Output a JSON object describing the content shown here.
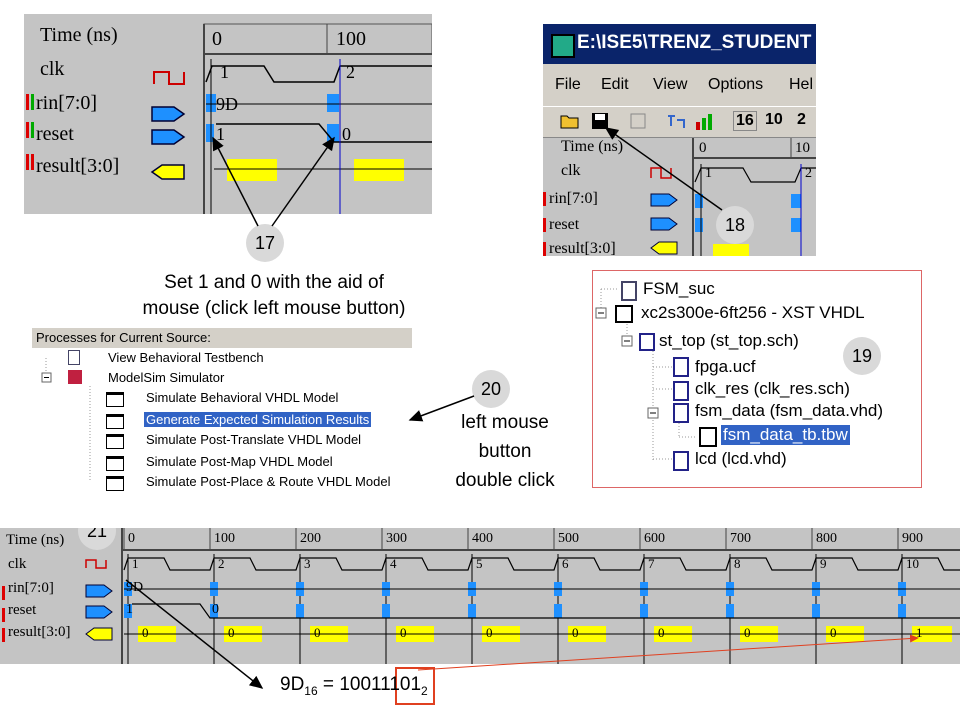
{
  "steps": {
    "s17": "17",
    "s18": "18",
    "s19": "19",
    "s20": "20",
    "s21": "21"
  },
  "captions": {
    "step17_line1": "Set 1 and 0 with the aid of",
    "step17_line2": "mouse (click left mouse button)",
    "step20_line1": "left mouse",
    "step20_line2": "button",
    "step20_line3": "double click"
  },
  "wave1": {
    "time_label": "Time (ns)",
    "ticks": [
      "0",
      "100"
    ],
    "signals": [
      "clk",
      "rin[7:0]",
      "reset",
      "result[3:0]"
    ],
    "clk_values": [
      "1",
      "2"
    ],
    "rin_value": "9D",
    "reset_values": [
      "1",
      "0"
    ]
  },
  "ise_window": {
    "title": "E:\\ISE5\\TRENZ_STUDENT",
    "menu": [
      "File",
      "Edit",
      "View",
      "Options",
      "Hel"
    ],
    "toolbar_nums": [
      "16",
      "10",
      "2"
    ],
    "time_label": "Time (ns)",
    "ticks": [
      "0",
      "10"
    ],
    "signals": [
      "clk",
      "rin[7:0]",
      "reset",
      "result[3:0]"
    ],
    "clk_values": [
      "1",
      "2"
    ]
  },
  "tree": {
    "items": [
      "FSM_suc",
      "xc2s300e-6ft256 - XST VHDL",
      "st_top (st_top.sch)",
      "fpga.ucf",
      "clk_res (clk_res.sch)",
      "fsm_data (fsm_data.vhd)",
      "fsm_data_tb.tbw",
      "lcd (lcd.vhd)"
    ]
  },
  "processes": {
    "header": "Processes for Current Source:",
    "items": [
      "View Behavioral Testbench",
      "ModelSim Simulator",
      "Simulate Behavioral VHDL Model",
      "Generate Expected Simulation Results",
      "Simulate Post-Translate VHDL Model",
      "Simulate Post-Map VHDL Model",
      "Simulate Post-Place & Route VHDL Model"
    ]
  },
  "wave2": {
    "time_label": "Time (ns)",
    "ticks": [
      "0",
      "100",
      "200",
      "300",
      "400",
      "500",
      "600",
      "700",
      "800",
      "900"
    ],
    "signals": [
      "clk",
      "rin[7:0]",
      "reset",
      "result[3:0]"
    ],
    "clk_values": [
      "1",
      "2",
      "3",
      "4",
      "5",
      "6",
      "7",
      "8",
      "9",
      "10"
    ],
    "rin_value": "9D",
    "reset_values": [
      "1",
      "0"
    ],
    "result_values": [
      "0",
      "0",
      "0",
      "0",
      "0",
      "0",
      "0",
      "0",
      "0",
      "1"
    ]
  },
  "formula": {
    "lhs": "9D",
    "lhs_sub": "16",
    "eq": " = ",
    "rhs": "10011101",
    "rhs_sub": "2"
  },
  "colors": {
    "panel_bg": "#c4c4c4",
    "blue": "#1e90ff",
    "yellow": "#ffff00",
    "circle": "#d9d9d9",
    "select": "#3163c5",
    "highlight_box": "#e04020"
  }
}
